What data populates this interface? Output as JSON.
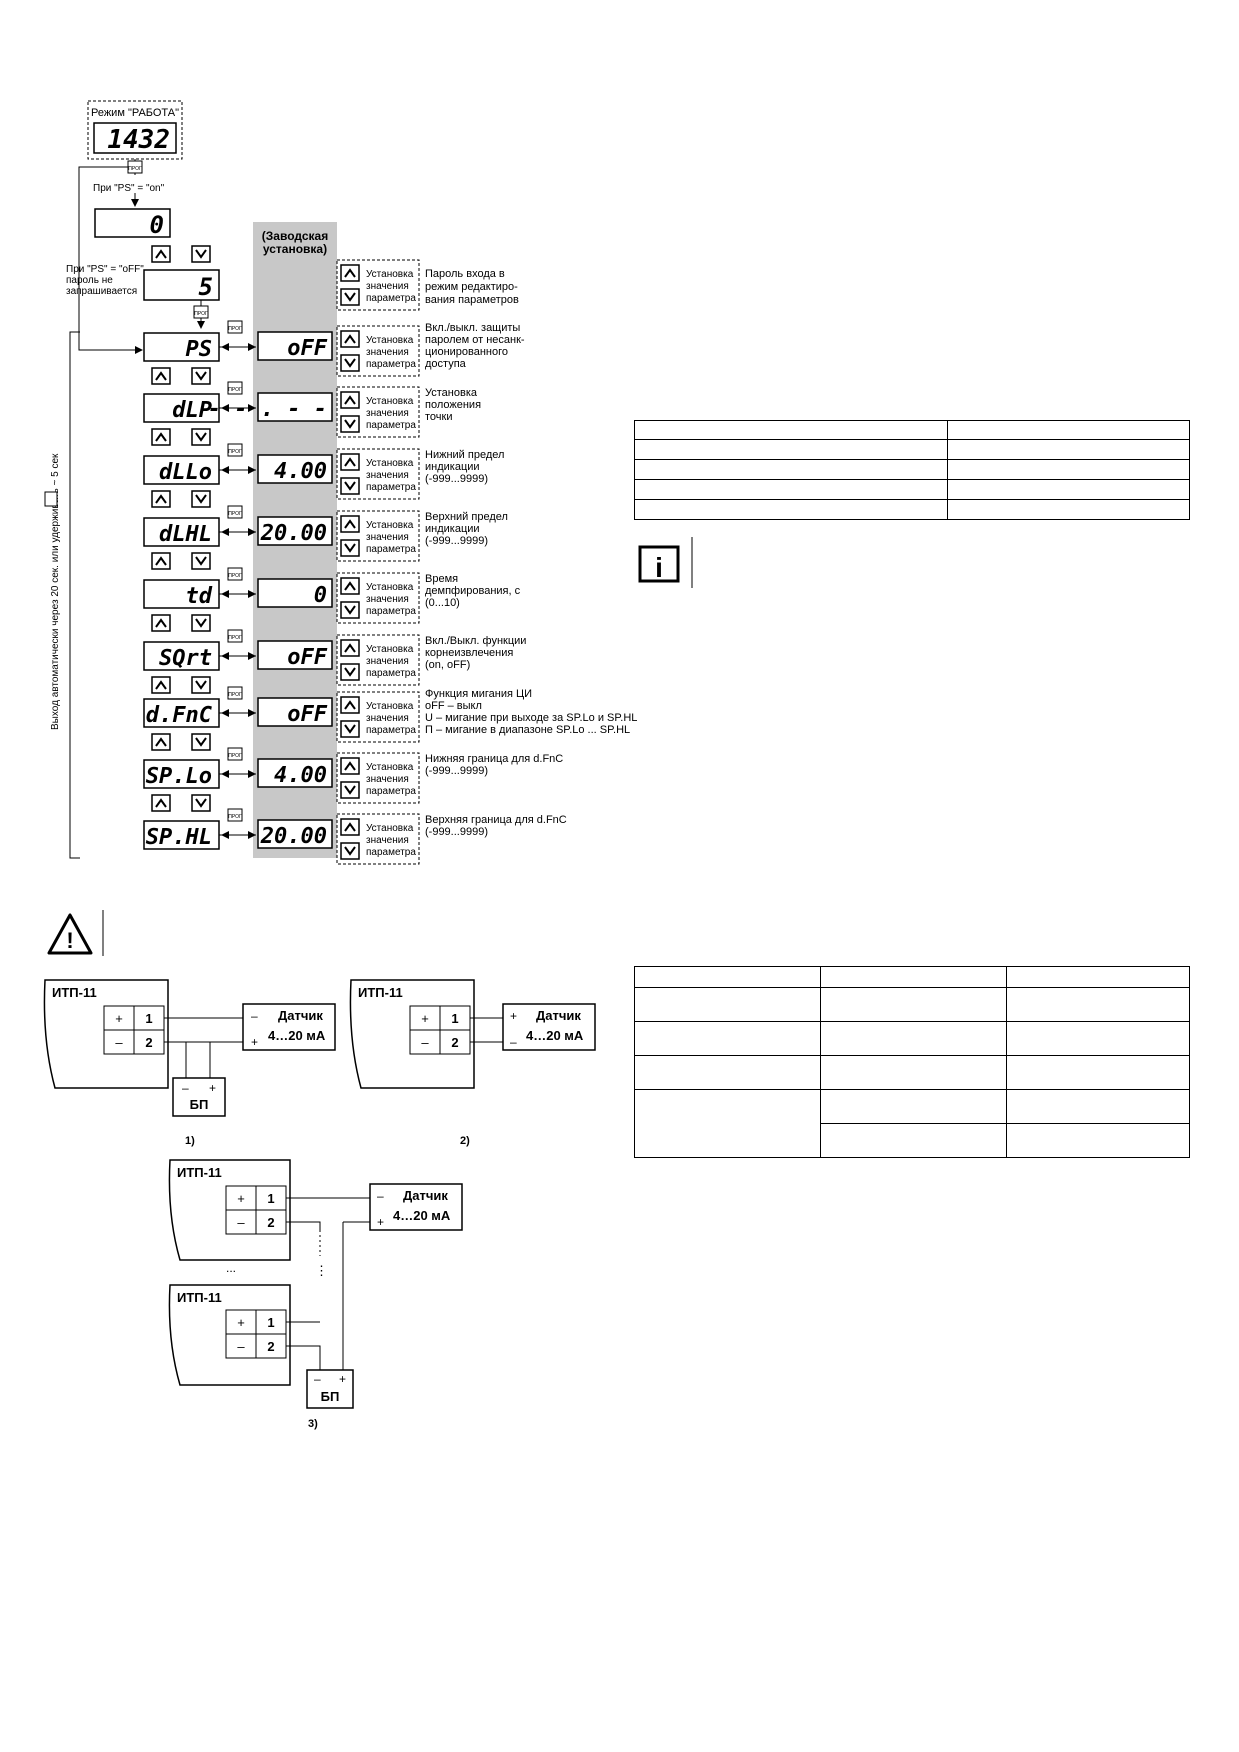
{
  "flow": {
    "work_mode_label": "Режим \"РАБОТА\"",
    "work_display": "1432",
    "prog_key": "ПРОГ",
    "ps_on_note": "При \"PS\" = \"on\"",
    "pw_display_initial": "0",
    "pw_display_entered": "5",
    "ps_off_note": [
      "При \"PS\" = \"oFF\"",
      "пароль не",
      "запрашивается"
    ],
    "exit_note": "Выход автоматически через 20 сек. или удерживать ~ 5 сек",
    "factory_header": [
      "(Заводская",
      "установка)"
    ],
    "set_value_lines": [
      "Установка",
      "значения",
      "параметра"
    ],
    "password_desc": [
      "Пароль входа в",
      "режим редактиро-",
      "вания параметров"
    ],
    "params": [
      {
        "code": "PS",
        "factory": "oFF",
        "desc": [
          "Вкл./выкл. защиты",
          "паролем от несанк-",
          "ционированного",
          "доступа"
        ]
      },
      {
        "code": "dLP",
        "factory": "- - . - -",
        "desc": [
          "Установка",
          "положения",
          "точки"
        ]
      },
      {
        "code": "dLLo",
        "factory": "4.00",
        "desc": [
          "Нижний предел",
          "индикации",
          "(-999...9999)"
        ]
      },
      {
        "code": "dLHL",
        "factory": "20.00",
        "desc": [
          "Верхний предел",
          "индикации",
          "(-999...9999)"
        ]
      },
      {
        "code": "td",
        "factory": "0",
        "desc": [
          "Время",
          "демпфирования, с",
          "(0...10)"
        ]
      },
      {
        "code": "SQrt",
        "factory": "oFF",
        "desc": [
          "Вкл./Выкл. функции",
          "корнеизвлечения",
          "(on, oFF)"
        ]
      },
      {
        "code": "d.FnC",
        "factory": "oFF",
        "desc": [
          "Функция мигания ЦИ",
          "oFF – выкл",
          "U – мигание при выходе за SP.Lo и SP.HL",
          "П – мигание в диапазоне SP.Lo ... SP.HL"
        ]
      },
      {
        "code": "SP.Lo",
        "factory": "4.00",
        "desc": [
          "Нижняя граница для d.FnC",
          "(-999...9999)"
        ]
      },
      {
        "code": "SP.HL",
        "factory": "20.00",
        "desc": [
          "Верхняя граница для d.FnC",
          "(-999...9999)"
        ]
      }
    ]
  },
  "wiring": {
    "device": "ИТП-11",
    "sensor": "Датчик",
    "sensor_range": "4…20 мА",
    "psu": "БП",
    "plus": "+",
    "minus": "–",
    "term1": "1",
    "term2": "2",
    "dots_h": "...",
    "dots_v": "⋮",
    "label_1": "1)",
    "label_2": "2)",
    "label_3": "3)"
  },
  "icons": {
    "info": "info-icon",
    "warning": "warning-icon"
  },
  "colors": {
    "factory_column": "#c8c8c8"
  }
}
